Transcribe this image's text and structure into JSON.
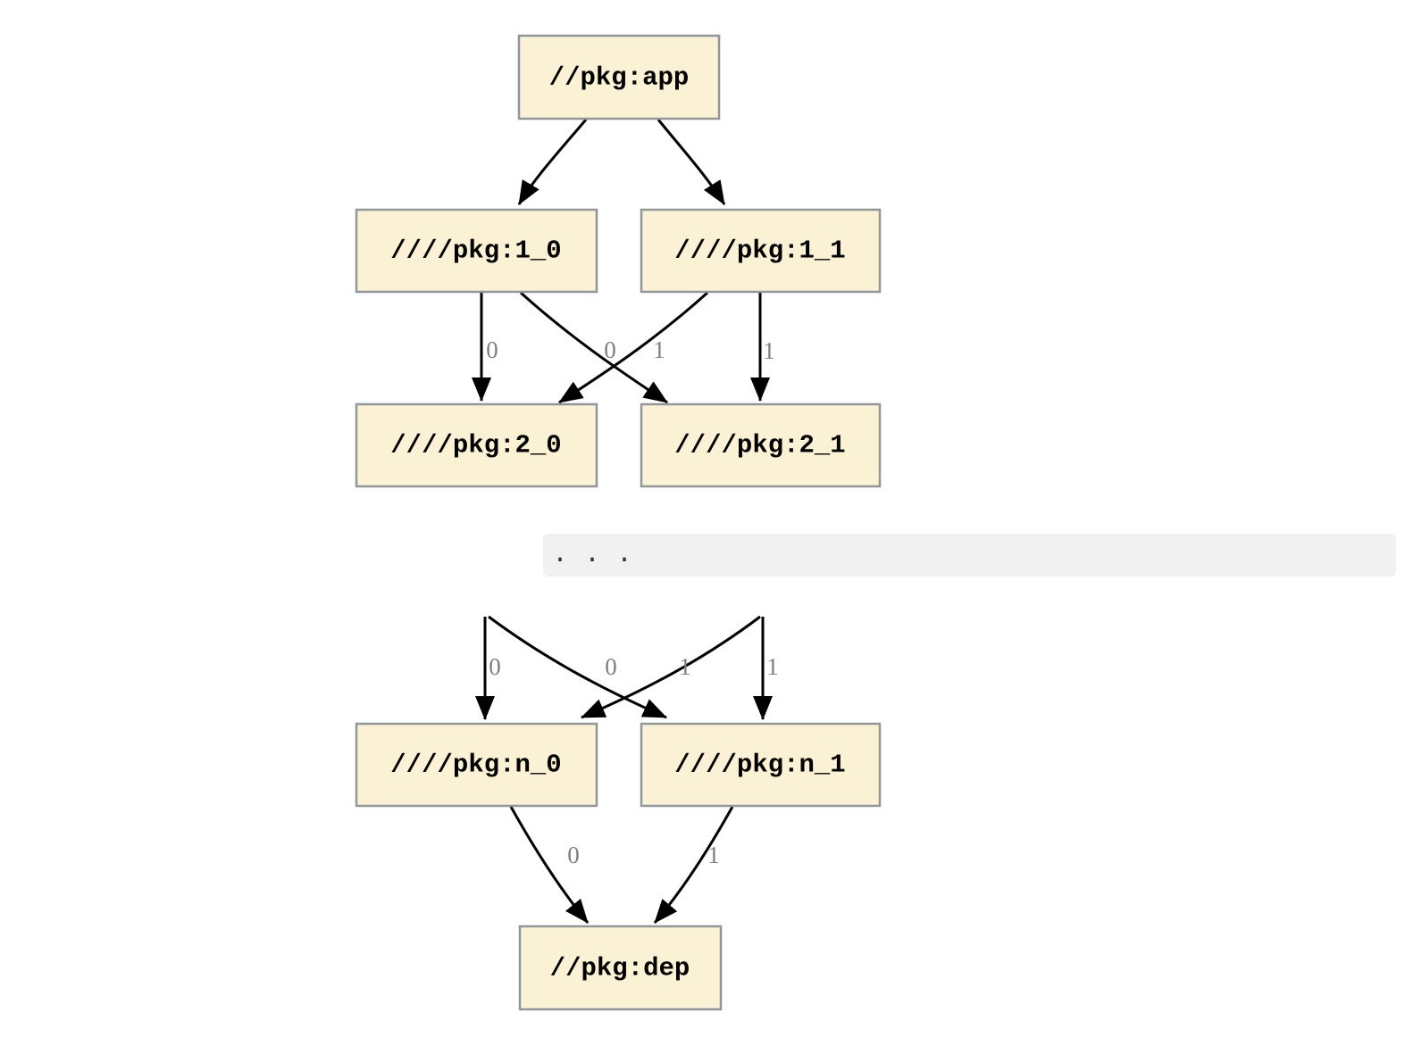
{
  "theme": {
    "page-bg": "#FFFFFF",
    "node-fill": "#FBF2D5",
    "node-border": "#909699",
    "node-text": "#000000",
    "edge-color": "#000000",
    "edge-label-color": "#7E7E7E",
    "code-bg": "#F1F1F1",
    "code-text": "#333333"
  },
  "graph": {
    "nodes": {
      "app": {
        "label": "//pkg:app"
      },
      "l1_0": {
        "label": "////pkg:1_0"
      },
      "l1_1": {
        "label": "////pkg:1_1"
      },
      "l2_0": {
        "label": "////pkg:2_0"
      },
      "l2_1": {
        "label": "////pkg:2_1"
      },
      "ln_0": {
        "label": "////pkg:n_0"
      },
      "ln_1": {
        "label": "////pkg:n_1"
      },
      "dep": {
        "label": "//pkg:dep"
      }
    },
    "edge_labels": {
      "l1_0_to_l2_0": "0",
      "l1_1_to_l2_0": "0",
      "l1_0_to_l2_1": "1",
      "l1_1_to_l2_1": "1",
      "prev_to_ln_0": "0",
      "prev_cross_to_ln_0": "0",
      "prev_cross_to_ln_1": "1",
      "prev_to_ln_1": "1",
      "ln_0_to_dep": "0",
      "ln_1_to_dep": "1"
    }
  },
  "ellipsis": {
    "text": ". . ."
  }
}
